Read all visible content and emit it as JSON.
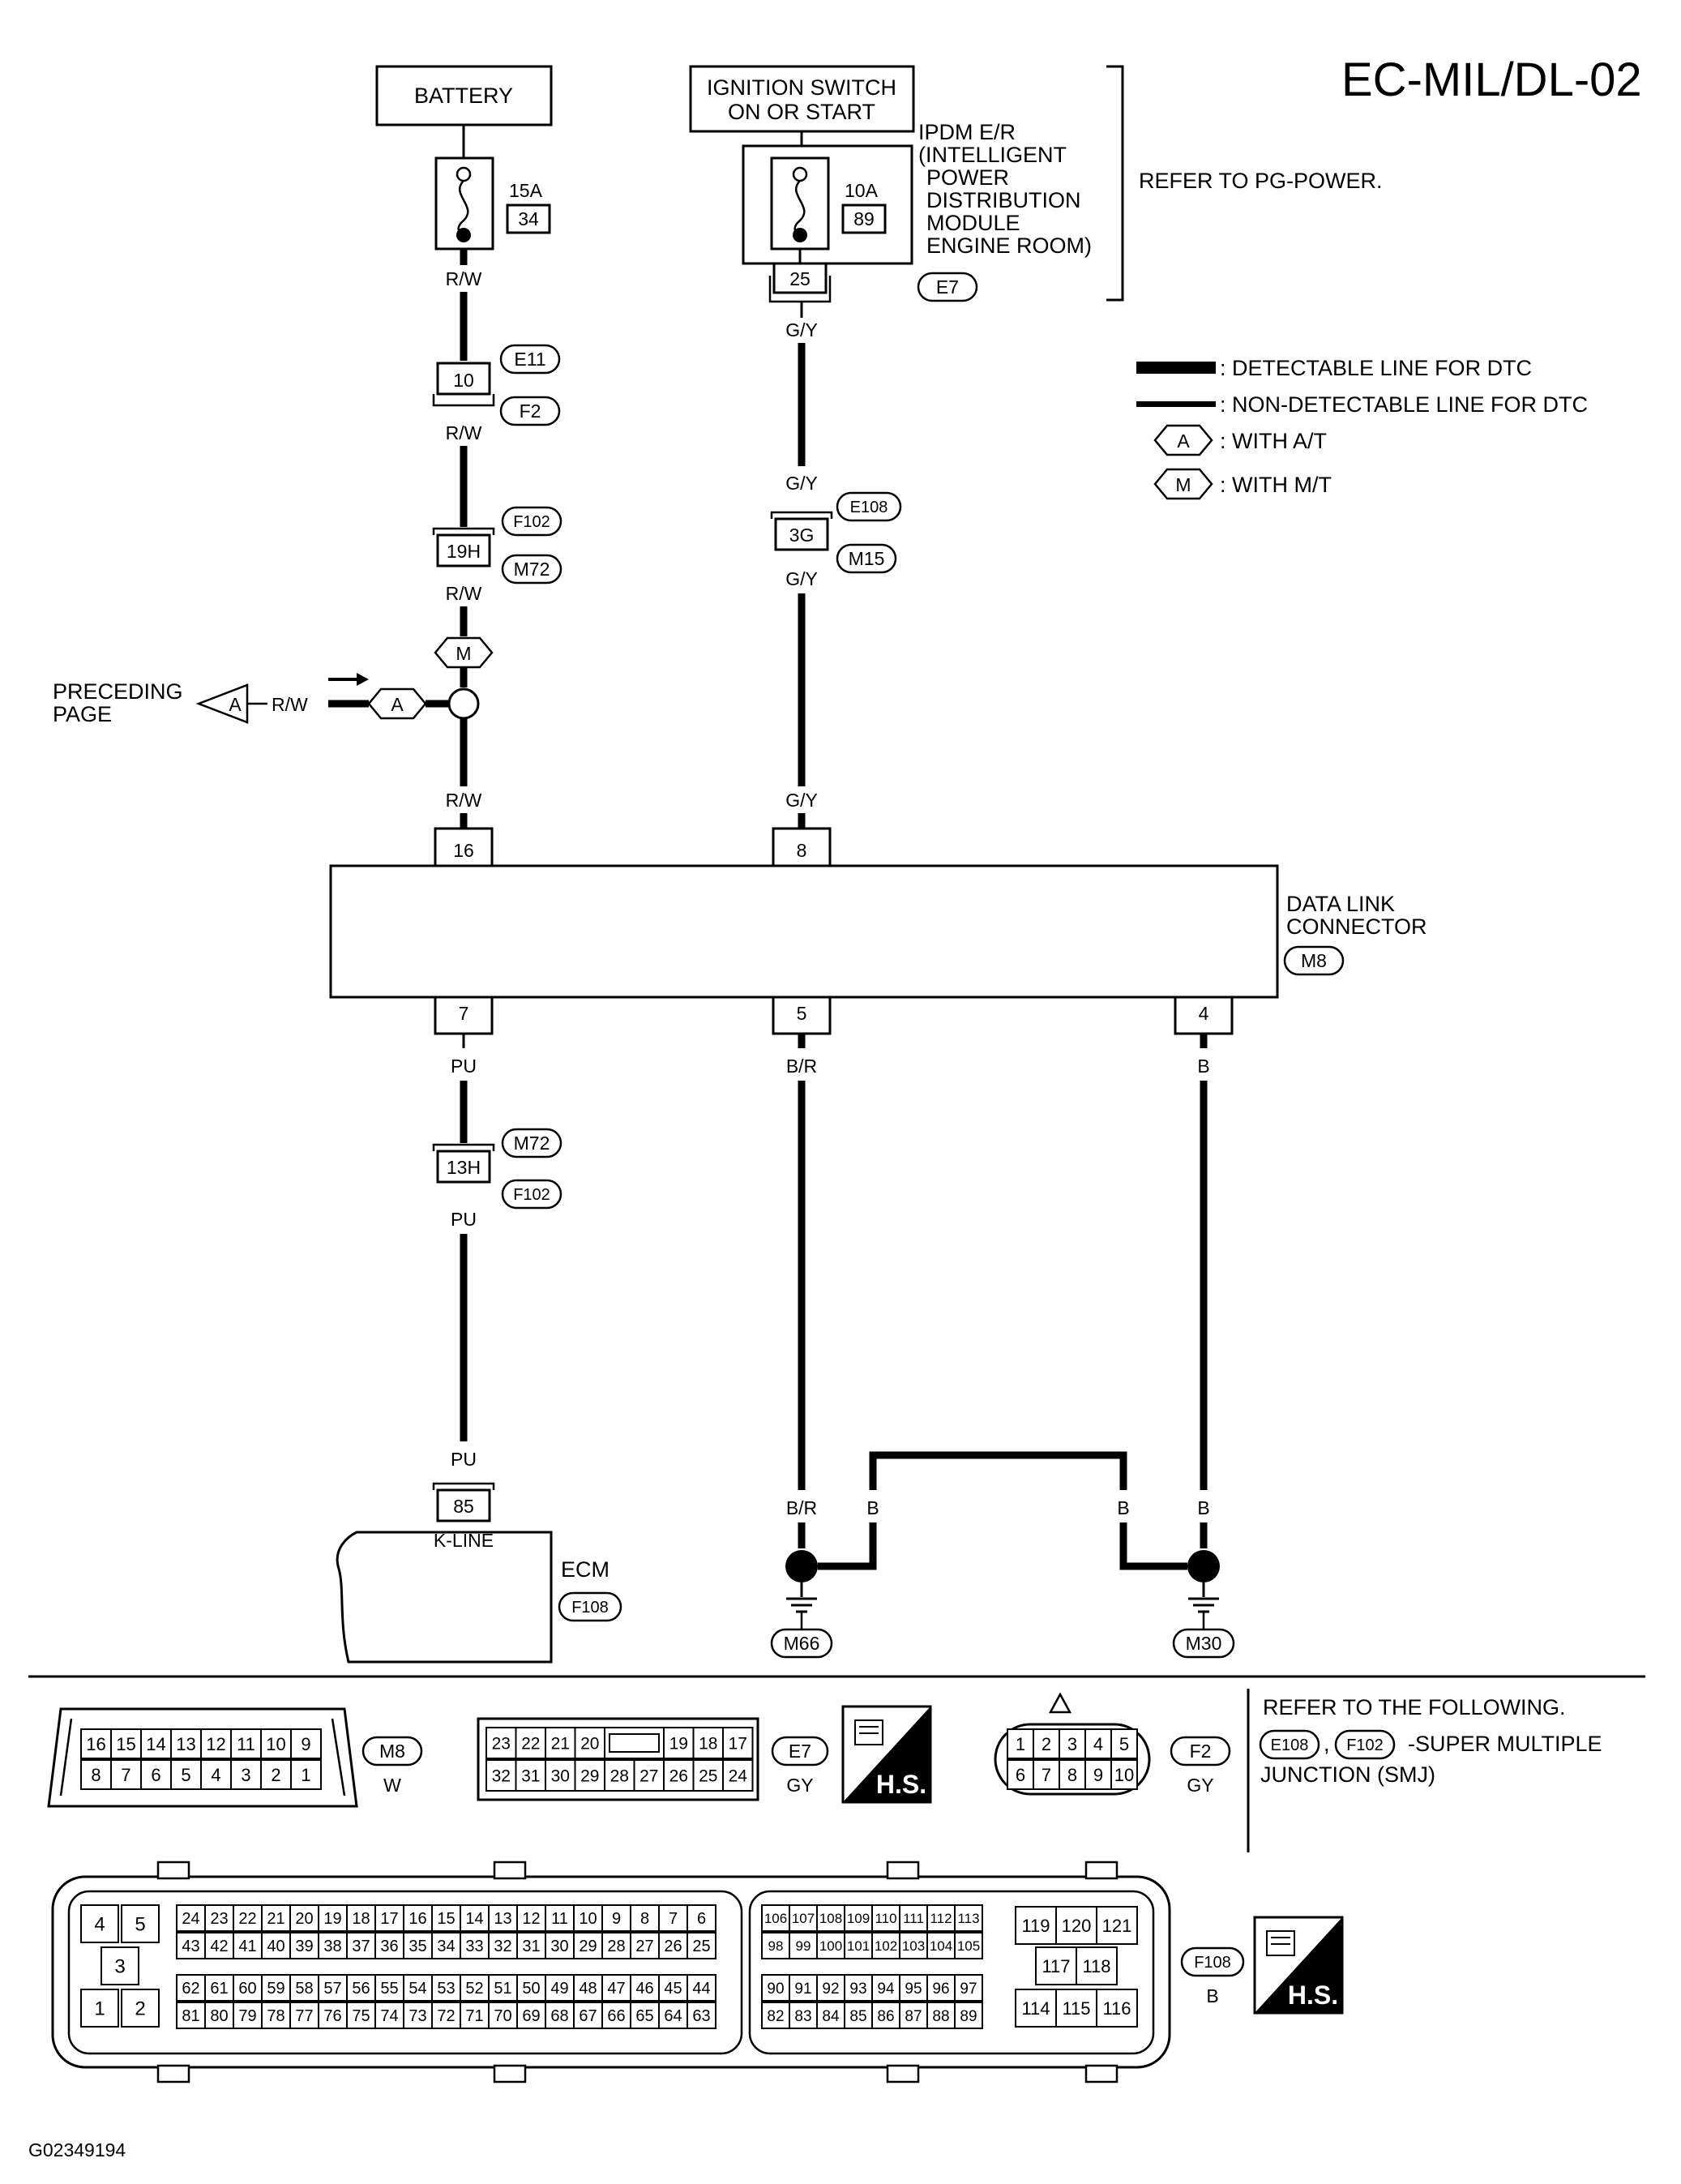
{
  "page": {
    "title": "EC-MIL/DL-02",
    "figure_id": "G02349194"
  },
  "top": {
    "battery": "BATTERY",
    "ignition_line1": "IGNITION SWITCH",
    "ignition_line2": "ON OR START",
    "fuse1_amp": "15A",
    "fuse1_num": "34",
    "fuse2_amp": "10A",
    "fuse2_num": "89",
    "ipdm_lines": [
      "IPDM E/R",
      "(INTELLIGENT",
      "POWER",
      "DISTRIBUTION",
      "MODULE",
      "ENGINE ROOM)"
    ],
    "ipdm_terminal": "25",
    "ipdm_connector": "E7",
    "refer_power": "REFER TO PG-POWER."
  },
  "legend": {
    "detectable": ": DETECTABLE LINE FOR DTC",
    "non_detectable": ": NON-DETECTABLE LINE FOR DTC",
    "at_symbol": "A",
    "at_label": ": WITH A/T",
    "mt_symbol": "M",
    "mt_label": ": WITH M/T"
  },
  "wires": {
    "rw": "R/W",
    "gy": "G/Y",
    "pu": "PU",
    "br": "B/R",
    "b": "B"
  },
  "left_branch": {
    "c1_pin": "10",
    "c1_top": "E11",
    "c1_bottom": "F2",
    "c2_pin": "19H",
    "c2_top": "F102",
    "c2_bottom": "M72",
    "mt_marker": "M",
    "at_marker": "A",
    "preceding_line1": "PRECEDING",
    "preceding_line2": "PAGE",
    "preceding_marker": "A"
  },
  "mid_branch": {
    "c_pin": "3G",
    "c_top": "E108",
    "c_bottom": "M15"
  },
  "dlc": {
    "name_line1": "DATA LINK",
    "name_line2": "CONNECTOR",
    "connector": "M8",
    "pin16": "16",
    "pin8": "8",
    "pin7": "7",
    "pin5": "5",
    "pin4": "4"
  },
  "lower": {
    "c3_pin": "13H",
    "c3_top": "M72",
    "c3_bottom": "F102",
    "ecm_pin": "85",
    "ecm_kline": "K-LINE",
    "ecm_label": "ECM",
    "ecm_connector": "F108",
    "ground1": "M66",
    "ground2": "M30"
  },
  "connectors": {
    "m8_top": [
      "16",
      "15",
      "14",
      "13",
      "12",
      "11",
      "10",
      "9"
    ],
    "m8_bottom": [
      "8",
      "7",
      "6",
      "5",
      "4",
      "3",
      "2",
      "1"
    ],
    "m8_name": "M8",
    "m8_color": "W",
    "e7_top": [
      "23",
      "22",
      "21",
      "20",
      "",
      "19",
      "18",
      "17"
    ],
    "e7_bottom": [
      "32",
      "31",
      "30",
      "29",
      "28",
      "27",
      "26",
      "25",
      "24"
    ],
    "e7_name": "E7",
    "e7_color": "GY",
    "hs": "H.S.",
    "f2_top": [
      "1",
      "2",
      "3",
      "4",
      "5"
    ],
    "f2_bottom": [
      "6",
      "7",
      "8",
      "9",
      "10"
    ],
    "f2_name": "F2",
    "f2_color": "GY",
    "refer_line1": "REFER TO THE FOLLOWING.",
    "refer_c1": "E108",
    "refer_sep": ",",
    "refer_c2": "F102",
    "refer_line2": "-SUPER MULTIPLE",
    "refer_line3": "JUNCTION (SMJ)",
    "f108_name": "F108",
    "f108_color": "B",
    "f108_left": [
      "4",
      "5",
      "3",
      "1",
      "2"
    ],
    "f108_r1": [
      "24",
      "23",
      "22",
      "21",
      "20",
      "19",
      "18",
      "17",
      "16",
      "15",
      "14",
      "13",
      "12",
      "11",
      "10",
      "9",
      "8",
      "7",
      "6"
    ],
    "f108_r2": [
      "43",
      "42",
      "41",
      "40",
      "39",
      "38",
      "37",
      "36",
      "35",
      "34",
      "33",
      "32",
      "31",
      "30",
      "29",
      "28",
      "27",
      "26",
      "25"
    ],
    "f108_r3": [
      "62",
      "61",
      "60",
      "59",
      "58",
      "57",
      "56",
      "55",
      "54",
      "53",
      "52",
      "51",
      "50",
      "49",
      "48",
      "47",
      "46",
      "45",
      "44"
    ],
    "f108_r4": [
      "81",
      "80",
      "79",
      "78",
      "77",
      "76",
      "75",
      "74",
      "73",
      "72",
      "71",
      "70",
      "69",
      "68",
      "67",
      "66",
      "65",
      "64",
      "63"
    ],
    "f108_m1": [
      "106",
      "107",
      "108",
      "109",
      "110",
      "111",
      "112",
      "113"
    ],
    "f108_m2": [
      "98",
      "99",
      "100",
      "101",
      "102",
      "103",
      "104",
      "105"
    ],
    "f108_m3": [
      "90",
      "91",
      "92",
      "93",
      "94",
      "95",
      "96",
      "97"
    ],
    "f108_m4": [
      "82",
      "83",
      "84",
      "85",
      "86",
      "87",
      "88",
      "89"
    ],
    "f108_ra": [
      "119",
      "120",
      "121"
    ],
    "f108_rb": [
      "117",
      "118"
    ],
    "f108_rc": [
      "114",
      "115",
      "116"
    ]
  }
}
